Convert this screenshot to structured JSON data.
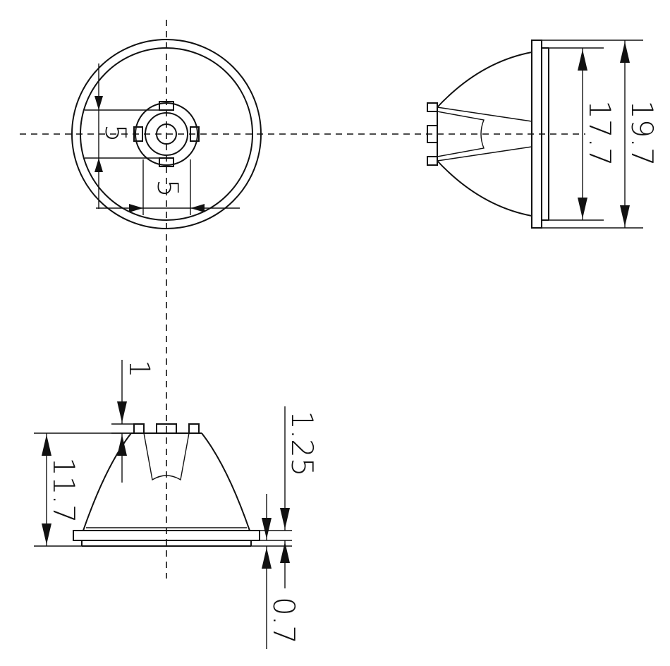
{
  "dimensions": {
    "top_width_tab": "5",
    "top_height_tab": "5",
    "side_outer_diameter": "19.7",
    "side_inner_diameter": "17.7",
    "front_height": "11.7",
    "front_tab_height": "1",
    "front_lip": "1.25",
    "front_flange": "0.7"
  }
}
